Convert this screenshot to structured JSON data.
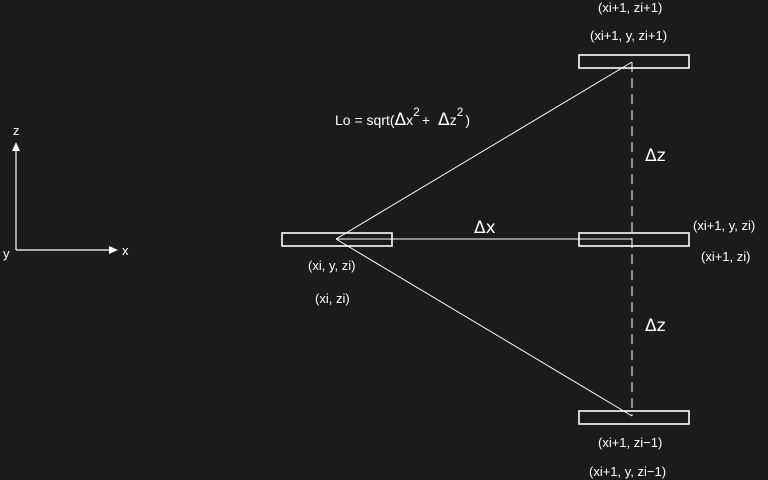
{
  "colors": {
    "background": "#1b1b1b",
    "foreground": "#ffffff"
  },
  "axes": {
    "z_label": "z",
    "x_label": "x",
    "y_label": "y"
  },
  "nodes": {
    "center": {
      "label_3d": "(xi, y, zi)",
      "label_2d": "(xi, zi)"
    },
    "top": {
      "label_2d": "(xi+1, zi+1)",
      "label_3d": "(xi+1, y, zi+1)"
    },
    "middle": {
      "label_3d": "(xi+1, y, zi)",
      "label_2d": "(xi+1, zi)"
    },
    "bottom": {
      "label_2d": "(xi+1, zi−1)",
      "label_3d": "(xi+1, y, zi−1)"
    }
  },
  "formula": {
    "prefix": "Lo = sqrt(",
    "delta": "Δ",
    "x": "x",
    "exp": "2",
    "plus": "+",
    "z": "z",
    "close": ")"
  },
  "deltas": {
    "dx": "Δx",
    "dz_upper": "Δz",
    "dz_lower": "Δz"
  }
}
